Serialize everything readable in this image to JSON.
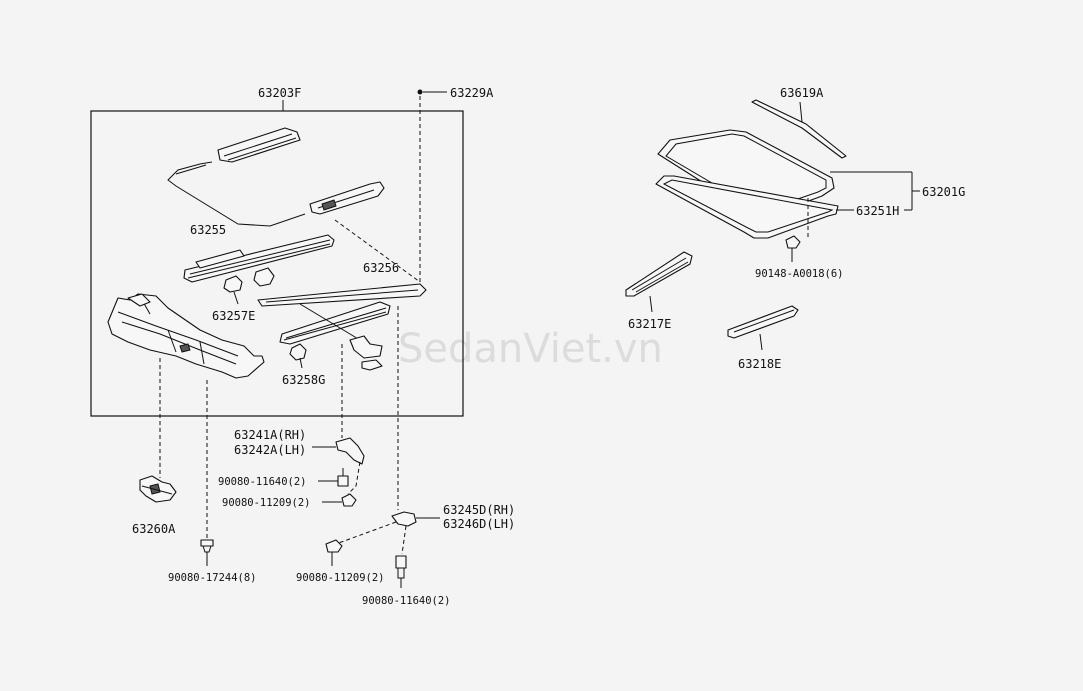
{
  "labels": {
    "p63203F": "63203F",
    "p63229A": "63229A",
    "p63255": "63255",
    "p63256": "63256",
    "p63257E": "63257E",
    "p63258G": "63258G",
    "p63241A": "63241A(RH)",
    "p63242A": "63242A(LH)",
    "p90080_11640_a": "90080-11640(2)",
    "p90080_11209_a": "90080-11209(2)",
    "p63260A": "63260A",
    "p90080_17244": "90080-17244(8)",
    "p63245D": "63245D(RH)",
    "p63246D": "63246D(LH)",
    "p90080_11209_b": "90080-11209(2)",
    "p90080_11640_b": "90080-11640(2)",
    "p63619A": "63619A",
    "p63201G": "63201G",
    "p63251H": "63251H",
    "p90148": "90148-A0018(6)",
    "p63217E": "63217E",
    "p63218E": "63218E"
  },
  "watermark": "SedanViet.vn"
}
